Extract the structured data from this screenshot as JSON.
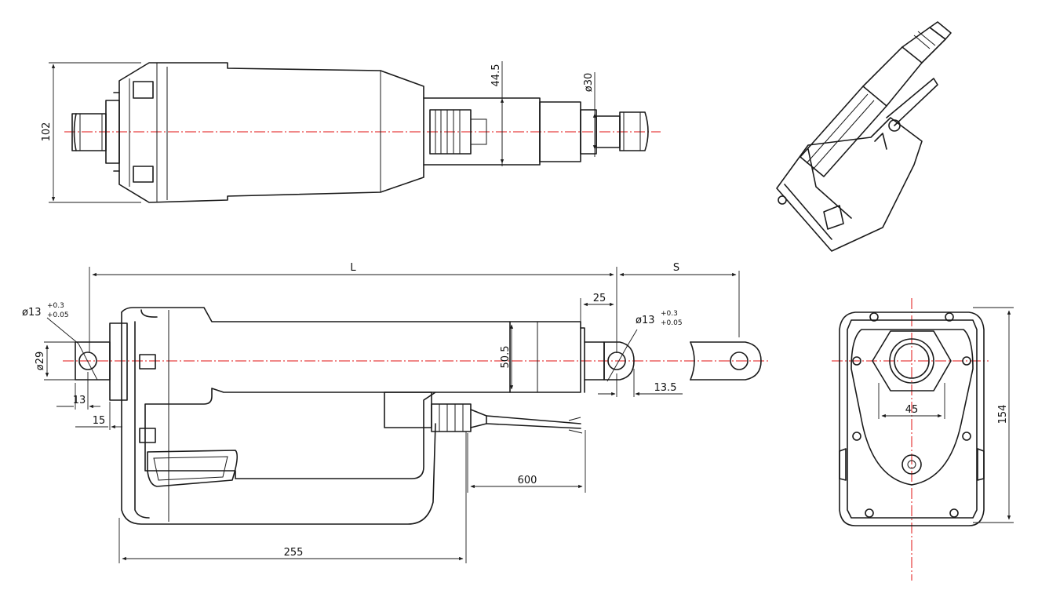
{
  "top_view": {
    "height_dim": "102",
    "rod_dim": "44.5",
    "dia_dim": "ø30"
  },
  "side_view": {
    "length_label": "L",
    "stroke_label": "S",
    "hole_left_main": "ø13",
    "hole_left_tol_up": "+0.3",
    "hole_left_tol_down": "+0.05",
    "hole_right_main": "ø13",
    "hole_right_tol_up": "+0.3",
    "hole_right_tol_down": "+0.05",
    "dim_25": "25",
    "dim_50_5": "50.5",
    "dim_29": "ø29",
    "dim_13": "13",
    "dim_15": "15",
    "dim_13_5": "13.5",
    "dim_600": "600",
    "dim_255": "255"
  },
  "end_view": {
    "dim_45": "45",
    "dim_154": "154"
  }
}
